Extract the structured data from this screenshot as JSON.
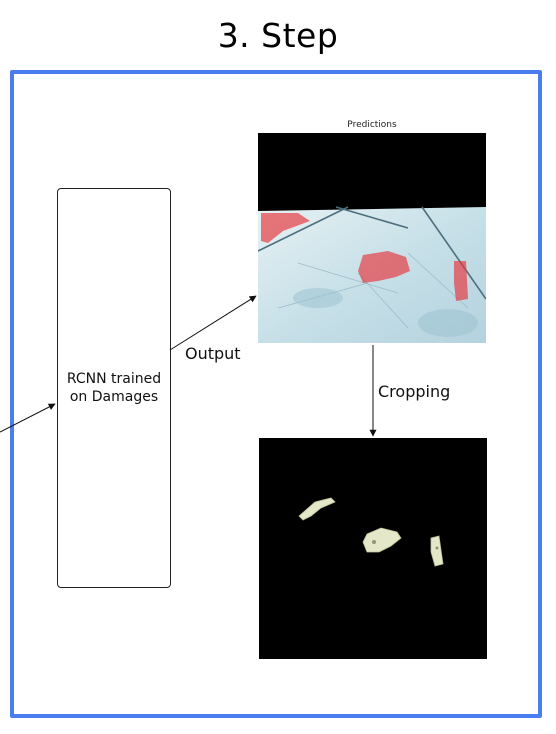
{
  "title": "3. Step",
  "model_box": {
    "label": "RCNN trained on Damages"
  },
  "predictions": {
    "caption": "Predictions"
  },
  "edges": {
    "output_label": "Output",
    "cropping_label": "Cropping"
  },
  "colors": {
    "frame": "#4a7ef0",
    "mask": "#e8333a"
  }
}
